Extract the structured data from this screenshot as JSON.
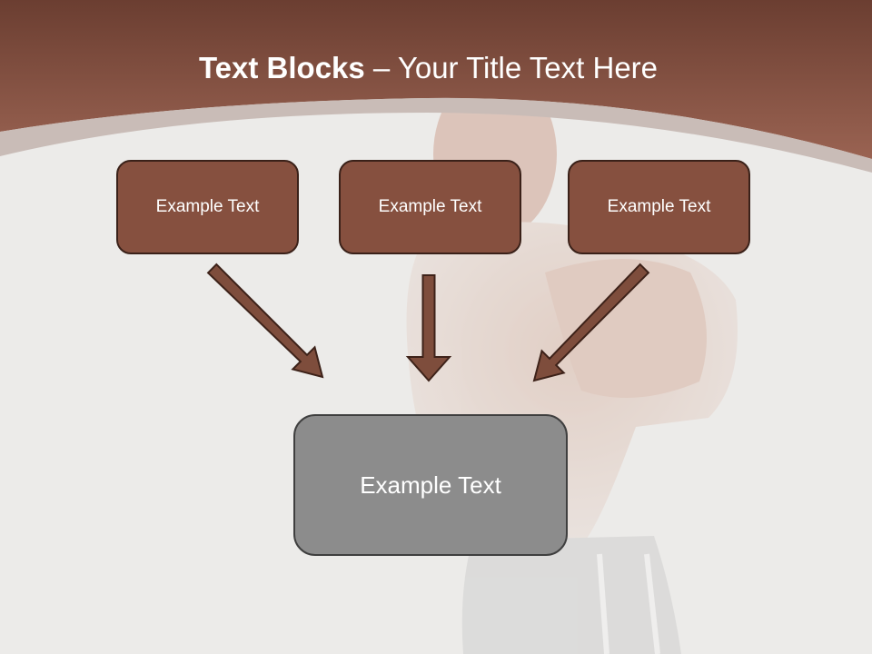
{
  "slide": {
    "title_bold": "Text Blocks",
    "title_dash": " – ",
    "title_rest": "Your Title Text Here",
    "top_boxes": [
      "Example Text",
      "Example Text",
      "Example Text"
    ],
    "bottom_box": "Example Text"
  },
  "colors": {
    "header": "#8a5646",
    "box_fill": "#86503f",
    "box_border": "#3a2119",
    "bottom_box_fill": "#8c8c8c",
    "arrow": "#7e4d3c"
  }
}
